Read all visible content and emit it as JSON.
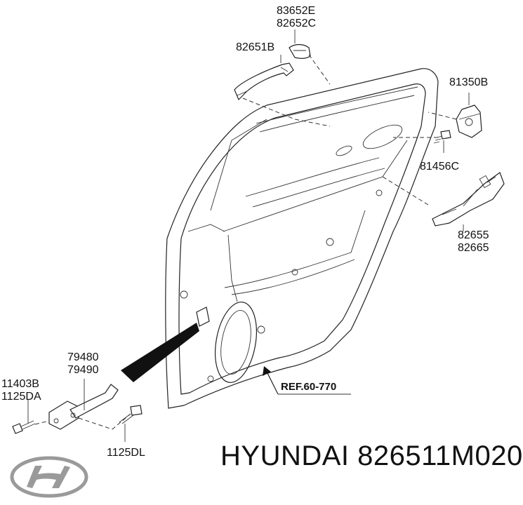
{
  "labels": {
    "p83652E": "83652E",
    "p82652C": "82652C",
    "p82651B": "82651B",
    "p81350B": "81350B",
    "p81456C": "81456C",
    "p82655": "82655",
    "p82665": "82665",
    "p79480": "79480",
    "p79490": "79490",
    "p11403B": "11403B",
    "p1125DA": "1125DA",
    "p1125DL": "1125DL",
    "ref": "REF.60-770"
  },
  "footer": {
    "brand": "HYUNDAI",
    "part_number": "826511M020"
  },
  "logo_icon": "hyundai-logo-icon"
}
